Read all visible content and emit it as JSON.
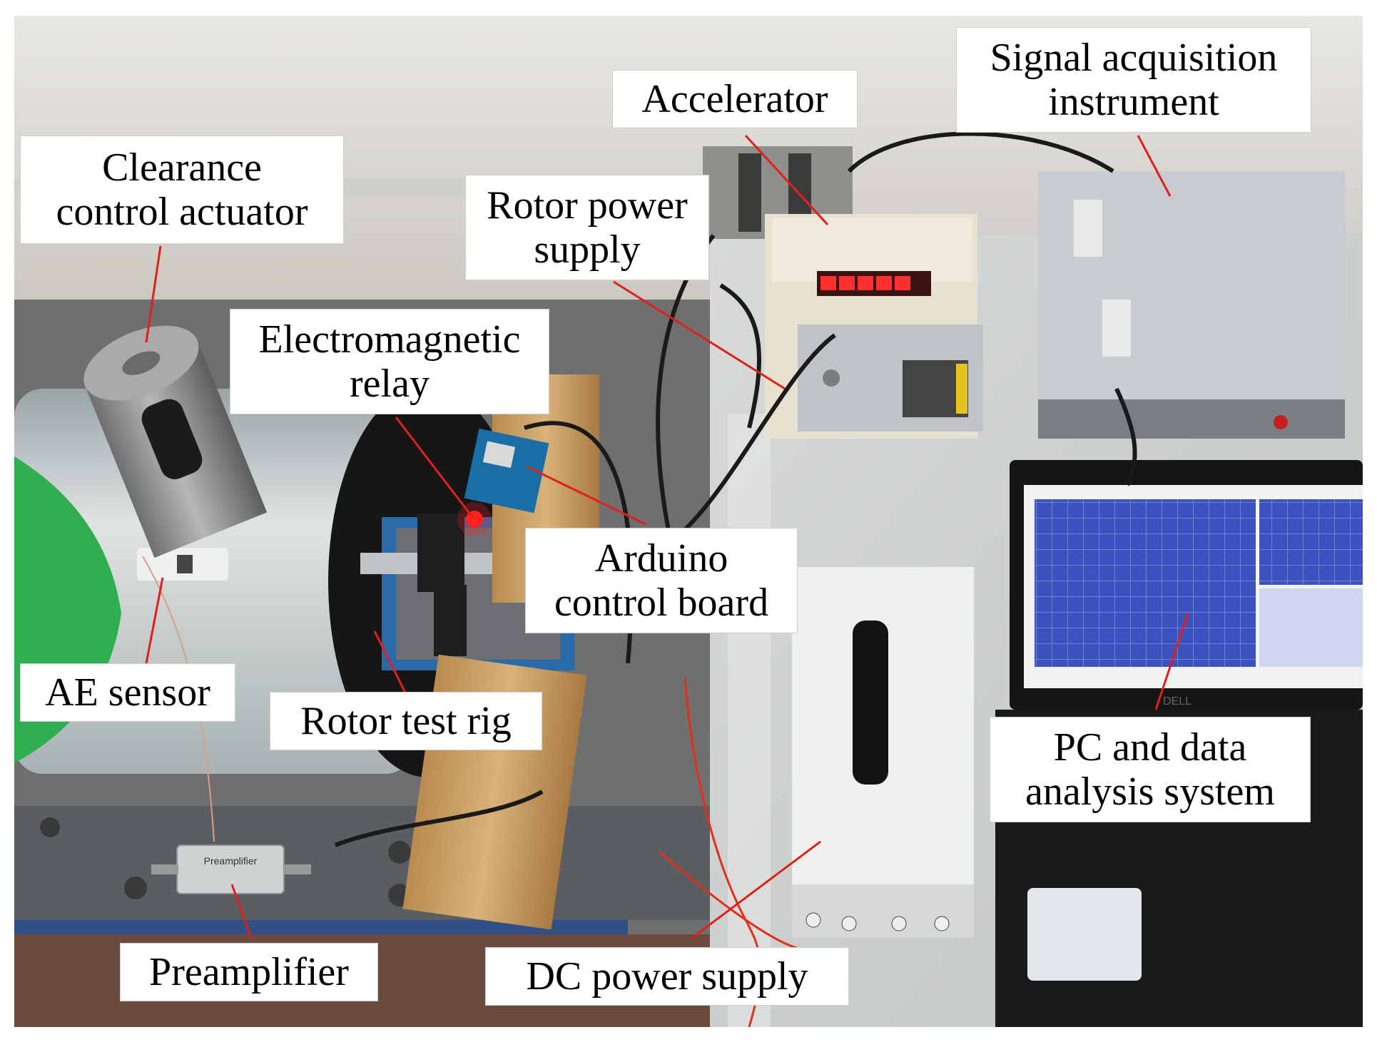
{
  "labels": {
    "clearance_actuator": [
      "Clearance",
      "control actuator"
    ],
    "accelerator": [
      "Accelerator"
    ],
    "signal_acquisition": [
      "Signal acquisition",
      "instrument"
    ],
    "rotor_power": [
      "Rotor power",
      "supply"
    ],
    "electromagnetic_relay": [
      "Electromagnetic",
      "relay"
    ],
    "arduino_board": [
      "Arduino",
      "control board"
    ],
    "ae_sensor": [
      "AE sensor"
    ],
    "rotor_test_rig": [
      "Rotor test rig"
    ],
    "pc_system": [
      "PC and data",
      "analysis system"
    ],
    "preamplifier": [
      "Preamplifier"
    ],
    "dc_power": [
      "DC power supply"
    ]
  },
  "device_text": {
    "preamp_label": "Preamplifier",
    "laptop_brand": "DELL"
  },
  "colors": {
    "leader_line": "#e0201a",
    "label_bg": "#ffffff",
    "screen_blue": "#3a4fb8",
    "led_red": "#ff2020"
  }
}
